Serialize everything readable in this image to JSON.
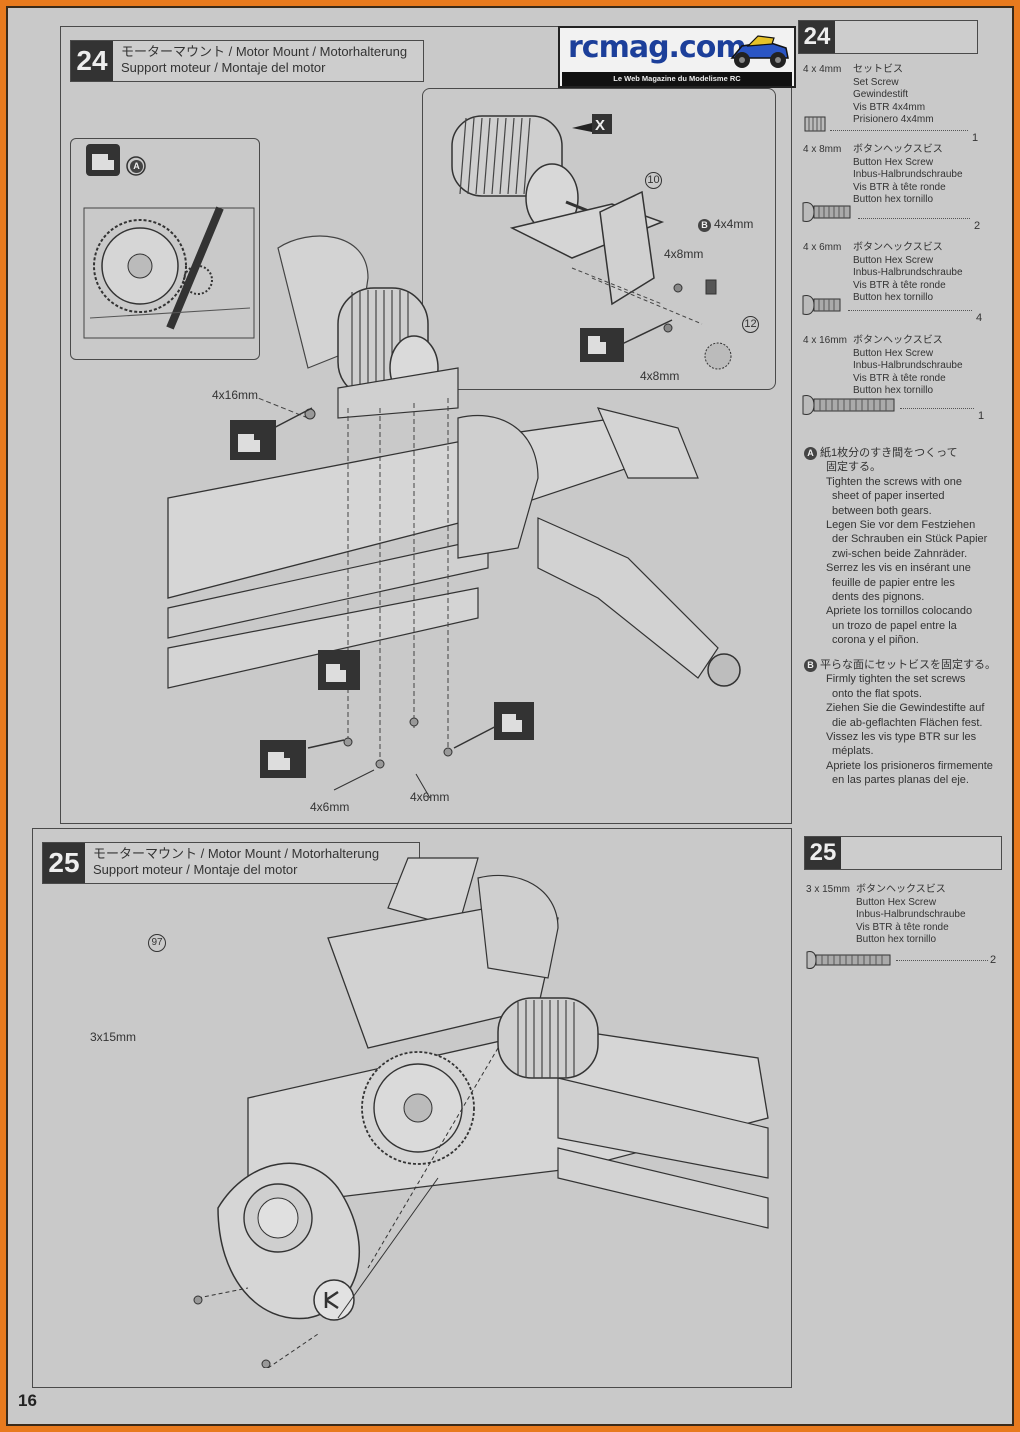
{
  "logo": {
    "name": "rcmag.com",
    "tagline": "Le Web Magazine du Modelisme RC"
  },
  "page_number": "16",
  "steps": [
    {
      "number": "24",
      "title_line1": "モーターマウント /  Motor Mount / Motorhalterung",
      "title_line2": "Support moteur / Montaje del motor",
      "callouts": {
        "A": "A",
        "B": "B",
        "x_mark": "X",
        "part_10": "10",
        "part_12": "12",
        "screw_4x4": "4x4mm",
        "screw_4x8_a": "4x8mm",
        "screw_4x8_b": "4x8mm",
        "screw_4x16": "4x16mm",
        "screw_4x6_left": "4x6mm",
        "screw_4x6_right": "4x6mm"
      },
      "parts": [
        {
          "size": "4 x 4mm",
          "names": [
            "セットビス",
            "Set Screw",
            "Gewindestift",
            "Vis BTR 4x4mm",
            "Prisionero 4x4mm"
          ],
          "qty": "1"
        },
        {
          "size": "4 x 8mm",
          "names": [
            "ボタンヘックスビス",
            "Button Hex Screw",
            "Inbus-Halbrundschraube",
            "Vis BTR à tête ronde",
            "Button hex tornillo"
          ],
          "qty": "2"
        },
        {
          "size": "4 x 6mm",
          "names": [
            "ボタンヘックスビス",
            "Button Hex Screw",
            "Inbus-Halbrundschraube",
            "Vis BTR à tête ronde",
            "Button hex tornillo"
          ],
          "qty": "4"
        },
        {
          "size": "4 x 16mm",
          "names": [
            "ボタンヘックスビス",
            "Button Hex Screw",
            "Inbus-Halbrundschraube",
            "Vis BTR à tête ronde",
            "Button hex tornillo"
          ],
          "qty": "1"
        }
      ],
      "notes": [
        {
          "badge": "A",
          "lines": [
            "紙1枚分のすき間をつくって",
            "固定する。",
            "Tighten the screws with one",
            "sheet of paper inserted",
            "between both gears.",
            "Legen Sie vor dem Festziehen",
            "der Schrauben ein Stück Papier",
            "zwi-schen beide Zahnräder.",
            "Serrez les vis en insérant une",
            "feuille de papier entre les",
            "dents des pignons.",
            "Apriete los tornillos colocando",
            "un trozo de papel entre la",
            "corona y el piñon."
          ]
        },
        {
          "badge": "B",
          "lines": [
            "平らな面にセットビスを固定する。",
            "Firmly tighten the set screws",
            "onto the flat spots.",
            "Ziehen Sie die Gewindestifte auf",
            "die ab-geflachten Flächen fest.",
            "Vissez les vis type BTR sur les",
            "méplats.",
            "Apriete los prisioneros firmemente",
            "en las partes planas del eje."
          ]
        }
      ]
    },
    {
      "number": "25",
      "title_line1": "モーターマウント /  Motor Mount / Motorhalterung",
      "title_line2": "Support moteur / Montaje del motor",
      "callouts": {
        "part_97": "97",
        "screw_3x15": "3x15mm"
      },
      "parts": [
        {
          "size": "3 x 15mm",
          "names": [
            "ボタンヘックスビス",
            "Button Hex Screw",
            "Inbus-Halbrundschraube",
            "Vis BTR à tête ronde",
            "Button hex tornillo"
          ],
          "qty": "2"
        }
      ]
    }
  ]
}
